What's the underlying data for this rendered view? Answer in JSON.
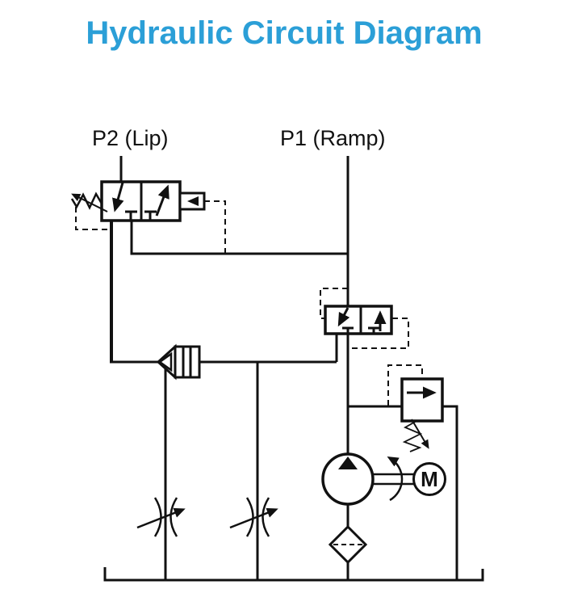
{
  "title": {
    "text": "Hydraulic Circuit Diagram"
  },
  "ports": {
    "p2_label": "P2 (Lip)",
    "p1_label": "P1 (Ramp)"
  },
  "motor": {
    "label": "M"
  },
  "colors": {
    "accent_title": "#2b9fd7",
    "line": "#111111",
    "background": "#ffffff"
  },
  "components": [
    "p2-pilot-valve-3-2-symbol",
    "spring-return-adjustable-symbol",
    "pilot-actuator-symbol",
    "p1-pilot-valve-3-2-symbol",
    "check-valve-coupling-symbol",
    "relief-valve-symbol",
    "adjustable-spring-symbol",
    "pump-symbol",
    "electric-motor-symbol",
    "shaft-rotation-arrow-symbol",
    "filter-symbol",
    "flow-control-valve-left-symbol",
    "flow-control-valve-right-symbol",
    "tank-line-symbol",
    "pilot-lines-dashed"
  ]
}
